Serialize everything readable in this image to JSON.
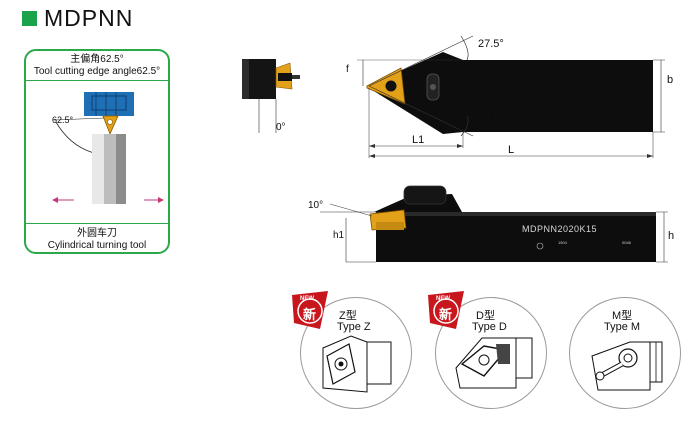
{
  "title": "MDPNN",
  "panel": {
    "cn_title": "主偏角62.5°",
    "en_title": "Tool cutting edge angle62.5°",
    "angle_label": "62.5°",
    "cn_caption": "外圆车刀",
    "en_caption": "Cylindrical turning tool"
  },
  "top_view": {
    "angle_upper": "27.5°",
    "angle_lower": "27.5°",
    "dim_f": "f",
    "dim_b": "b",
    "dim_L1": "L1",
    "dim_L": "L",
    "end_angle": "0°"
  },
  "side_view": {
    "angle": "10°",
    "dim_h1": "h1",
    "dim_h": "h",
    "engraving": "MDPNN2020K15",
    "engraving_small": "1504",
    "mark_code": "0046"
  },
  "types": [
    {
      "badge": "新",
      "ribbon": "NEW",
      "cn": "Z型",
      "en": "Type Z"
    },
    {
      "badge": "新",
      "ribbon": "NEW",
      "cn": "D型",
      "en": "Type D"
    },
    {
      "cn": "M型",
      "en": "Type M"
    }
  ],
  "colors": {
    "accent_green": "#1aa34a",
    "panel_border": "#2aa84a",
    "insert_gold": "#e3a11a",
    "holder_blue": "#1f6fb5",
    "badge_red": "#c8161d",
    "arrow_magenta": "#c0387a"
  }
}
